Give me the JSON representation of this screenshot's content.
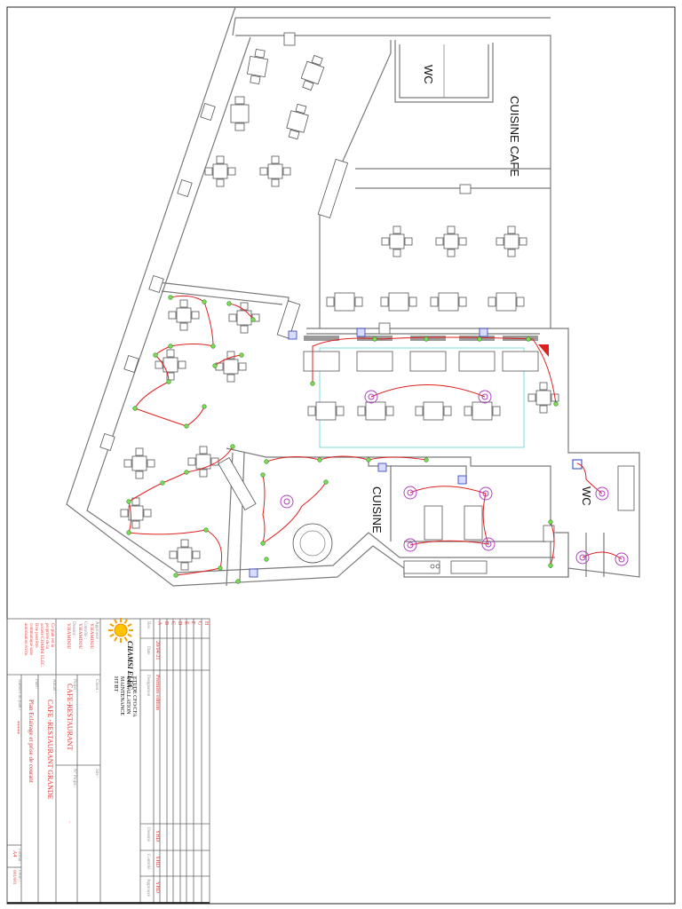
{
  "plan": {
    "rooms": {
      "wc_top": "WC",
      "cuisine_cafe": "CUISINE CAFE",
      "cuisine": "CUISINE",
      "wc_right": "WC"
    },
    "colors": {
      "wiring": "#e02020",
      "outlet": "#7ed957",
      "light": "#b040c0",
      "panel": "#2a3cc0",
      "cyan_zone": "#7fd8d8"
    }
  },
  "title_block": {
    "revisions": {
      "letters": [
        "H",
        "G",
        "F",
        "E",
        "D",
        "C",
        "B",
        "A"
      ],
      "header_rev": "Rev.",
      "header_date": "Date",
      "header_designation": "Designation",
      "header_drawn": "Dessiné",
      "header_checked": "Contrôlé",
      "header_approved": "Approuvé",
      "row_a": {
        "date": "20/04/21",
        "designation": "Première édition",
        "drawn": "YHD",
        "checked": "YHD",
        "approved": "YHD"
      }
    },
    "company": {
      "logo_text": "CHAMSI ELEC",
      "services": [
        "ETUDE CFO/CFA",
        "INSTALLATION",
        "MAINTENANCE",
        "HT/BT"
      ]
    },
    "people": {
      "approved_label": "Approuvé :",
      "approved_value": "Y.HAMDOU",
      "checked_label": "Contrôlé :",
      "checked_value": "Y.HAMDOU",
      "drawn_label": "Dessiné :",
      "drawn_value": "Y.HAMDOU"
    },
    "notice": [
      "Ce plan est la",
      "propriété de la",
      "société CHAMSI ELEC.",
      "Il ne peut être",
      "communiqué sans",
      "autorisation écrite."
    ],
    "client_label": "Client :",
    "site_label": "Site :",
    "project_label": "Projet :",
    "project_value": "CAFE-RESTAURANT",
    "project_number_label": "N° Projet :",
    "project_number_value": "-",
    "workshop_label": "Atelier :",
    "workshop_value": "CAFE -RESTAURANT GRANDE",
    "plan_label": "Plan :",
    "plan_value": "Plan Eclairage et prise de courant",
    "plan_number_label": "Numéro du plan :",
    "plan_number_value": "*****",
    "format_label": "Format :",
    "format_value": "A4",
    "folio_label": "Folio :",
    "folio_value": "001/001"
  }
}
